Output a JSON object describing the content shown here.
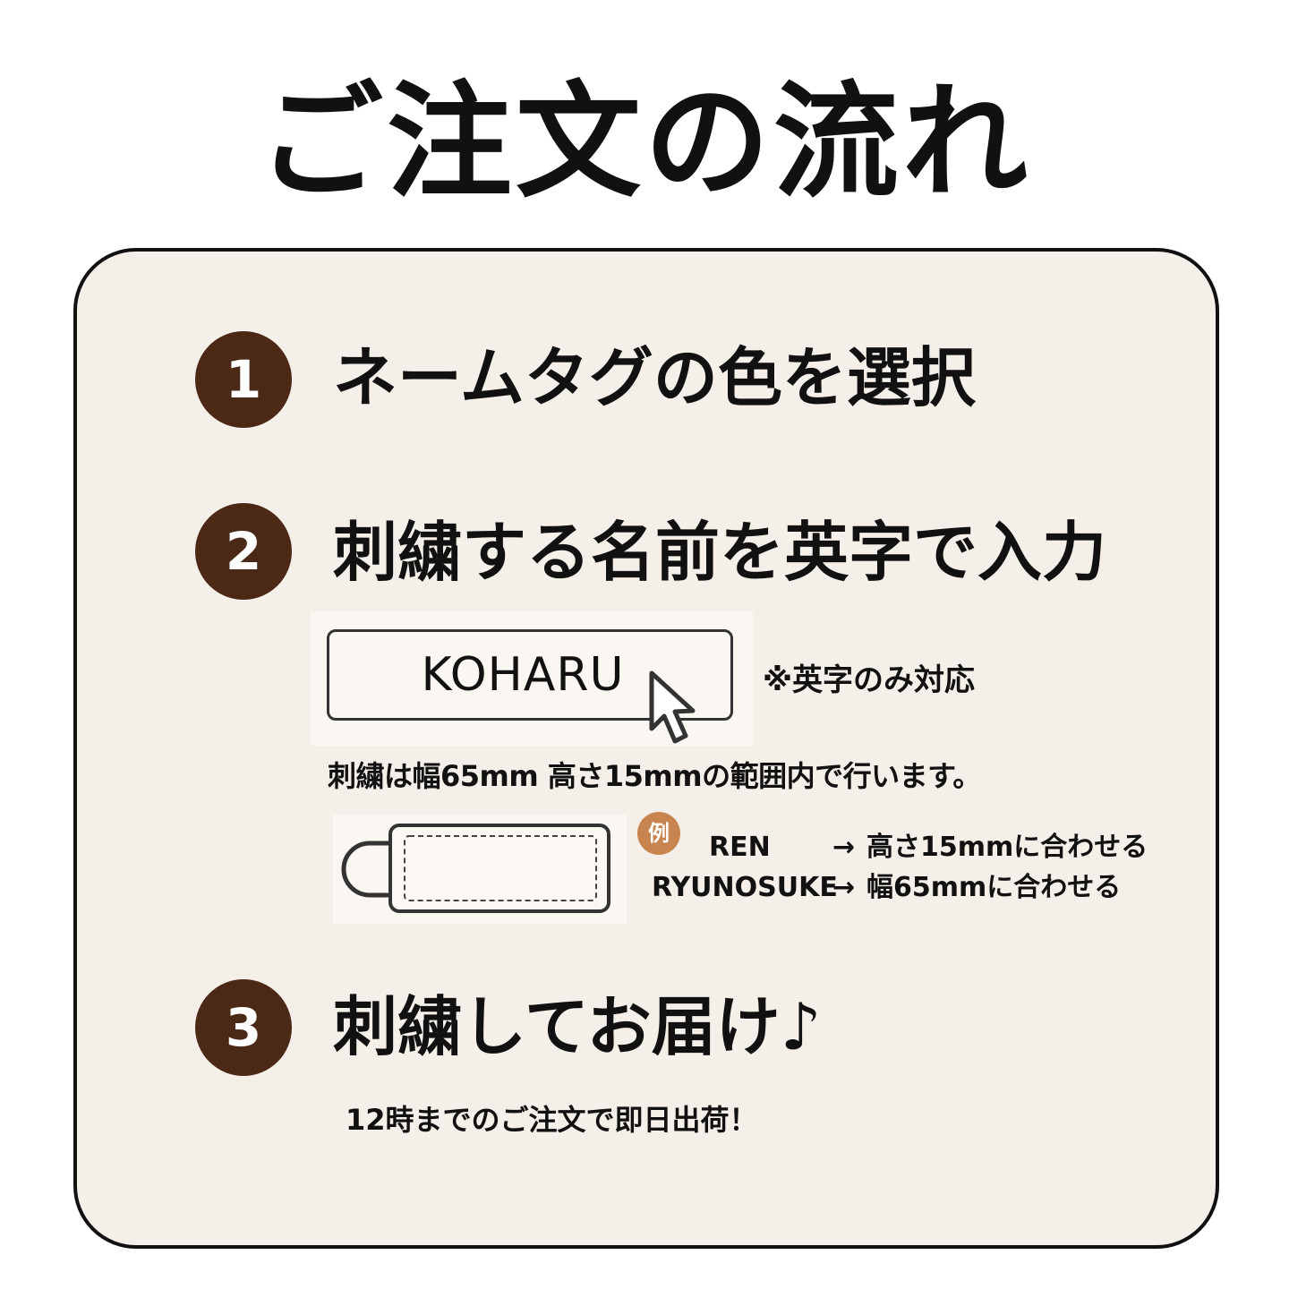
{
  "page": {
    "title": "ご注文の流れ"
  },
  "steps": [
    {
      "number": "1",
      "title": "ネームタグの色を選択"
    },
    {
      "number": "2",
      "title": "刺繍する名前を英字で入力"
    },
    {
      "number": "3",
      "title": "刺繍してお届け♪"
    }
  ],
  "step2": {
    "input_value": "KOHARU",
    "note": "※英字のみ対応",
    "spec": "刺繍は幅65mm 高さ15mmの範囲内で行います。",
    "example_label": "例",
    "examples": [
      {
        "name": "REN",
        "arrow": "→",
        "result": "高さ15mmに合わせる"
      },
      {
        "name": "RYUNOSUKE",
        "arrow": "→",
        "result": "幅65mmに合わせる"
      }
    ]
  },
  "step3": {
    "note": "12時までのご注文で即日出荷！"
  },
  "colors": {
    "circle": "#4a2a17",
    "badge": "#c7844e",
    "panel": "#f5efe9"
  },
  "icons": {
    "cursor": "mouse-pointer-icon",
    "tag": "name-tag-icon"
  }
}
